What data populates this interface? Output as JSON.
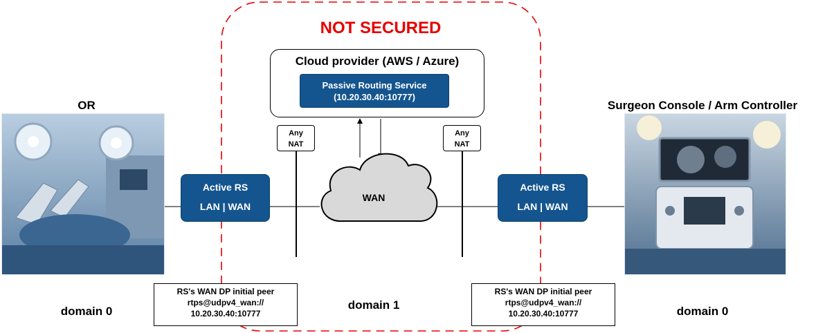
{
  "left_site": {
    "title": "OR",
    "domain": "domain 0"
  },
  "right_site": {
    "title": "Surgeon Console / Arm Controller",
    "domain": "domain 0"
  },
  "not_secured": "NOT SECURED",
  "middle_domain": "domain 1",
  "cloud": {
    "title": "Cloud provider (AWS / Azure)",
    "service_name": "Passive Routing Service",
    "service_address": "(10.20.30.40:10777)"
  },
  "wan_label": "WAN",
  "left_rs": {
    "title": "Active RS",
    "subtitle": "LAN | WAN"
  },
  "right_rs": {
    "title": "Active RS",
    "subtitle": "LAN | WAN"
  },
  "left_nat": {
    "line1": "Any",
    "line2": "NAT"
  },
  "right_nat": {
    "line1": "Any",
    "line2": "NAT"
  },
  "left_peer": {
    "line1": "RS's WAN DP initial peer",
    "line2": "rtps@udpv4_wan://",
    "line3": "10.20.30.40:10777"
  },
  "right_peer": {
    "line1": "RS's WAN DP initial peer",
    "line2": "rtps@udpv4_wan://",
    "line3": "10.20.30.40:10777"
  },
  "colors": {
    "rs_blue": "#14558f",
    "alert_red": "#e60000",
    "cloud_gray": "#d9d9d9"
  },
  "icons": [
    "operating-room-photo",
    "surgeon-console-photo",
    "wan-cloud-shape"
  ]
}
